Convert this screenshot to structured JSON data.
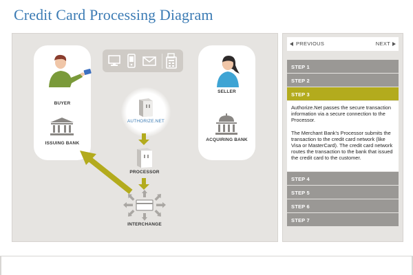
{
  "page": {
    "title": "Credit Card Processing Diagram"
  },
  "diagram": {
    "buyer_label": "BUYER",
    "issuing_bank_label": "ISSUING BANK",
    "seller_label": "SELLER",
    "acquiring_bank_label": "ACQUIRING BANK",
    "gateway_label": "AUTHORIZE.NET",
    "processor_label": "PROCESSOR",
    "interchange_label": "INTERCHANGE",
    "colors": {
      "accent": "#b3ab1d",
      "link_blue": "#3b7bb4",
      "panel": "#e6e4e1",
      "buyer_shirt": "#7a9a3a",
      "seller_shirt": "#3ea4d4"
    },
    "devices": [
      "computer-icon",
      "phone-icon",
      "mail-icon",
      "fax-icon"
    ]
  },
  "steps": {
    "prev_label": "PREVIOUS",
    "next_label": "NEXT",
    "items": [
      {
        "label": "STEP 1"
      },
      {
        "label": "STEP 2"
      },
      {
        "label": "STEP 3"
      },
      {
        "label": "STEP 4"
      },
      {
        "label": "STEP 5"
      },
      {
        "label": "STEP 6"
      },
      {
        "label": "STEP 7"
      }
    ],
    "active_text_1": "Authorize.Net passes the secure transaction information via a secure connection to the Processor.",
    "active_text_2": "The Merchant Bank's Processor submits the transaction to the credit card network (like Visa or MasterCard). The credit card network routes the transaction to the bank that issued the credit card to the customer."
  }
}
